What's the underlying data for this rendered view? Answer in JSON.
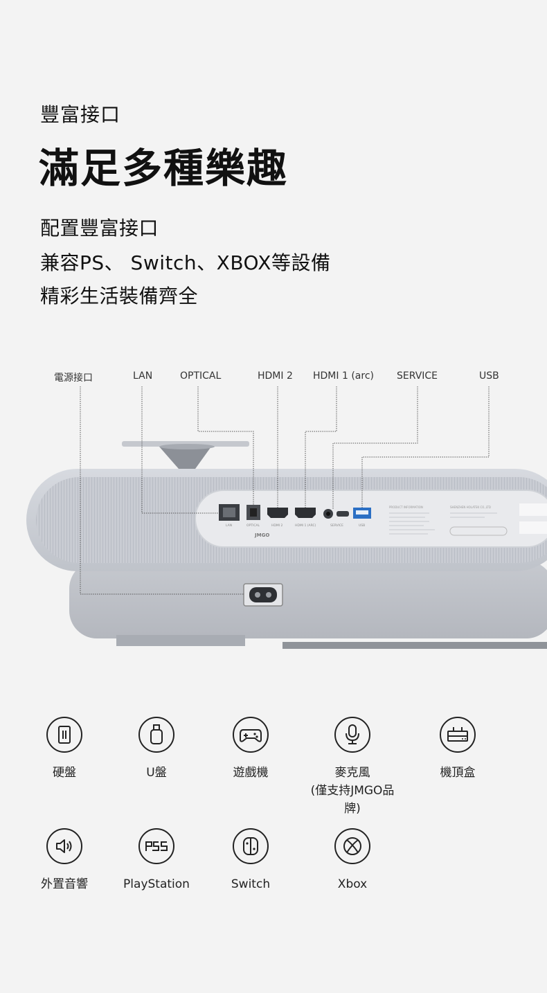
{
  "header": {
    "subtitle": "豐富接口",
    "title": "滿足多種樂趣",
    "lines": [
      "配置豐富接口",
      "兼容PS、 Switch、XBOX等設備",
      "精彩生活裝備齊全"
    ]
  },
  "ports": [
    "電源接口",
    "LAN",
    "OPTICAL",
    "HDMI 2",
    "HDMI 1 (arc)",
    "SERVICE",
    "USB"
  ],
  "device": {
    "port_caption": [
      "LAN",
      "OPTICAL",
      "HDMI 2",
      "HDMI 1 (ARC)",
      "SERVICE",
      "USB"
    ],
    "brand": "JMGO",
    "info_title_1": "PRODUCT INFORMATION",
    "info_title_2": "SHENZHEN HOLATEK CO.,LTD"
  },
  "features": [
    {
      "icon": "hard-drive-icon",
      "label": "硬盤",
      "note": ""
    },
    {
      "icon": "usb-drive-icon",
      "label": "U盤",
      "note": ""
    },
    {
      "icon": "gamepad-icon",
      "label": "遊戲機",
      "note": ""
    },
    {
      "icon": "microphone-icon",
      "label": "麥克風",
      "note": "(僅支持JMGO品牌)"
    },
    {
      "icon": "set-top-box-icon",
      "label": "機頂盒",
      "note": ""
    },
    {
      "icon": "speaker-icon",
      "label": "外置音響",
      "note": ""
    },
    {
      "icon": "playstation-icon",
      "label": "PlayStation",
      "note": ""
    },
    {
      "icon": "switch-icon",
      "label": "Switch",
      "note": ""
    },
    {
      "icon": "xbox-icon",
      "label": "Xbox",
      "note": ""
    }
  ]
}
